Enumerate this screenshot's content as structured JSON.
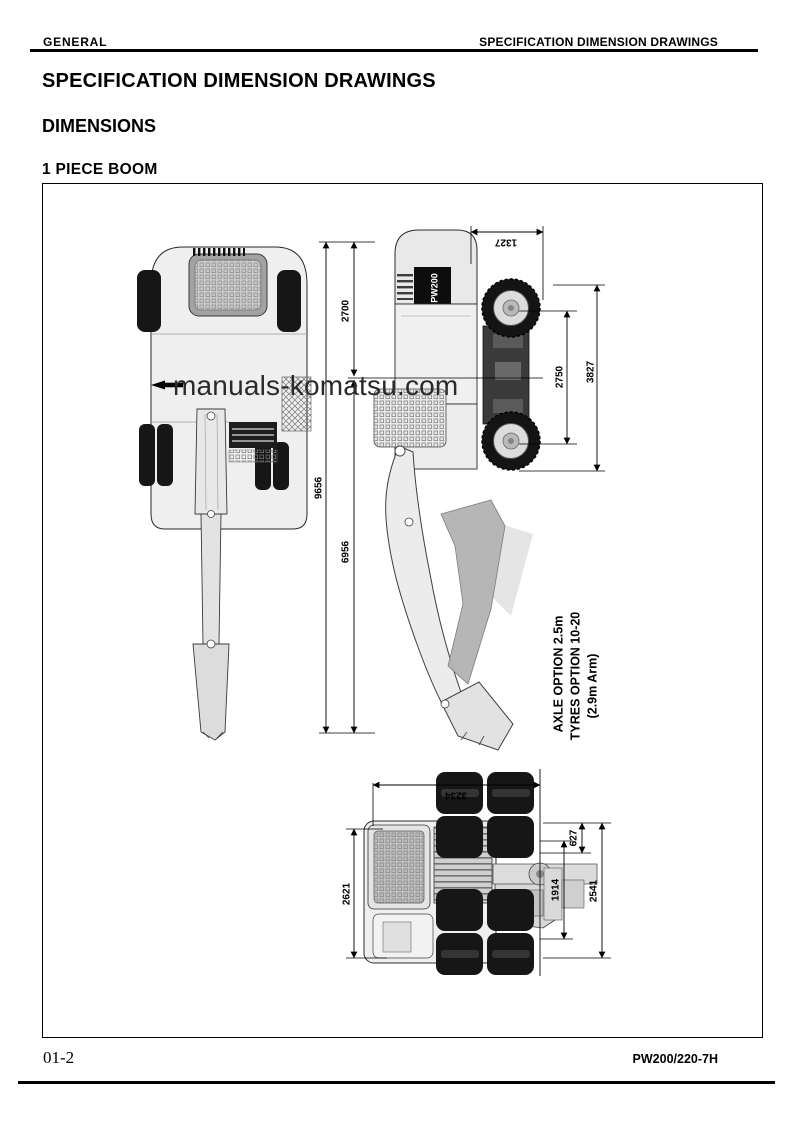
{
  "header": {
    "left": "GENERAL",
    "right": "SPECIFICATION DIMENSION DRAWINGS"
  },
  "titles": {
    "main": "SPECIFICATION DIMENSION DRAWINGS",
    "sub": "DIMENSIONS",
    "section": "1 PIECE BOOM"
  },
  "watermark": {
    "text": "manuals-komatsu.com"
  },
  "machine": {
    "logo": "PW200"
  },
  "dims": {
    "front_overall": "9656",
    "front_upper": "2700",
    "front_lower": "6956",
    "side_rear_overhang": "1327",
    "side_wheelbase": "2750",
    "side_length": "3827",
    "top_length": "3234",
    "top_width": "2621",
    "top_tyre_offset": "627",
    "top_tread": "1914",
    "top_overall_width": "2541"
  },
  "notes": {
    "axle": "AXLE OPTION 2.5m",
    "tyres": "TYRES OPTION 10-20",
    "arm": "(2.9m Arm)"
  },
  "footer": {
    "left": "01-2",
    "right": "PW200/220-7H"
  },
  "colors": {
    "ink": "#000000",
    "body_fill": "#ededed",
    "tyre_fill": "#161616",
    "watermark": "#2a2a2a"
  }
}
